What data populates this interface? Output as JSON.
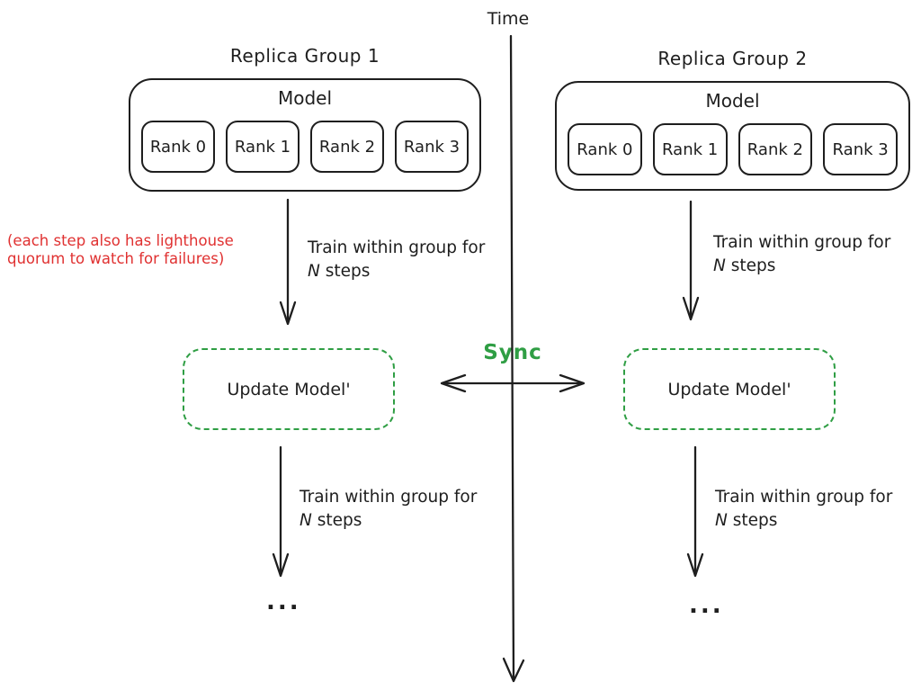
{
  "labels": {
    "time": "Time",
    "sync": "Sync",
    "annotation_line1": "(each step also has lighthouse",
    "annotation_line2": "quorum to watch for failures)",
    "train_line1": "Train within group for",
    "train_n": "N",
    "train_rest": " steps",
    "ellipsis": "..."
  },
  "groups": [
    {
      "title": "Replica Group 1",
      "model": "Model",
      "ranks": [
        "Rank 0",
        "Rank 1",
        "Rank 2",
        "Rank 3"
      ],
      "update": "Update Model'"
    },
    {
      "title": "Replica Group 2",
      "model": "Model",
      "ranks": [
        "Rank 0",
        "Rank 1",
        "Rank 2",
        "Rank 3"
      ],
      "update": "Update Model'"
    }
  ],
  "colors": {
    "stroke": "#1e1e1e",
    "sync_green": "#2f9e44",
    "annotation_red": "#e03131",
    "background": "#ffffff"
  }
}
